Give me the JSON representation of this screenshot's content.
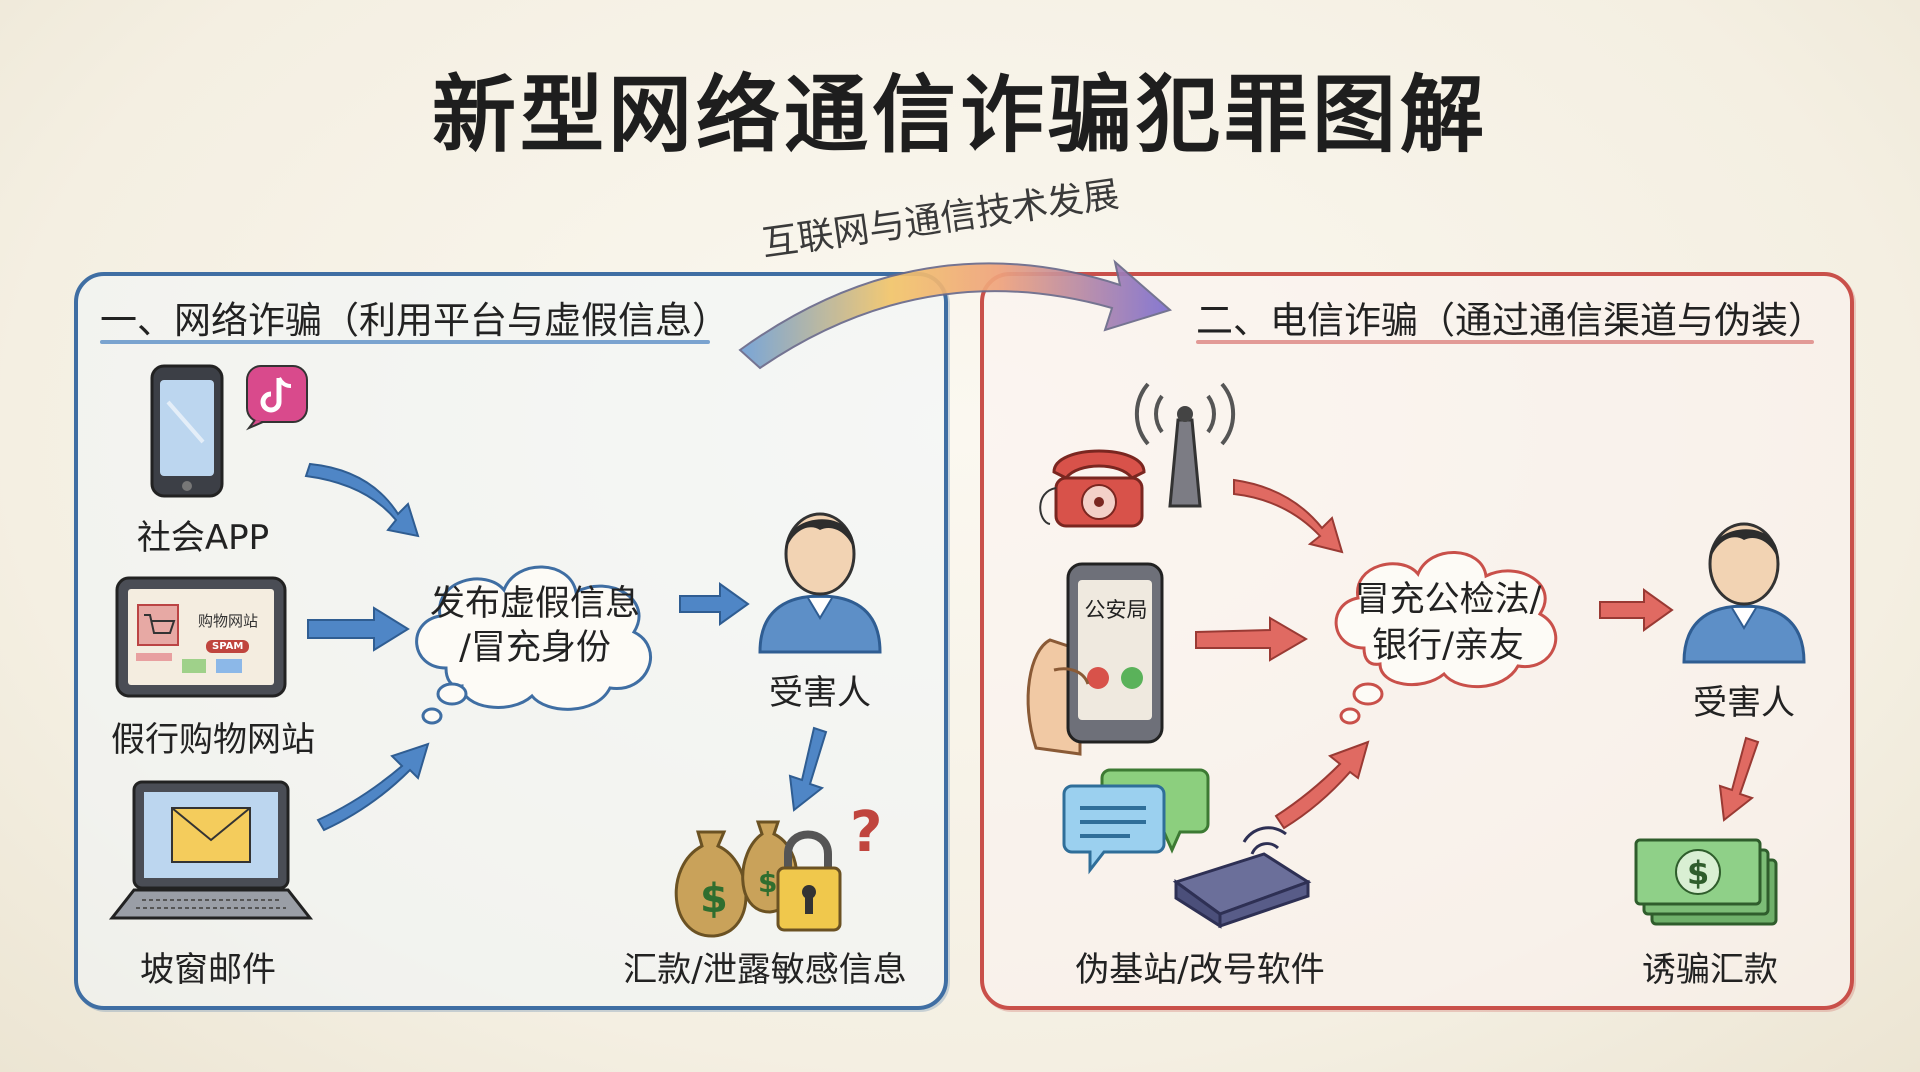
{
  "title": "新型网络通信诈骗犯罪图解",
  "banner": "互联网与通信技术发展",
  "left": {
    "heading": "一、网络诈骗（利用平台与虚假信息）",
    "social_app": "社会APP",
    "fake_shop": "假行购物网站",
    "fake_shop_screen": "购物网站",
    "spam_tag": "SPAM",
    "email": "坡窗邮件",
    "cloud_line1": "发布虚假信息",
    "cloud_line2": "/冒充身份",
    "victim": "受害人",
    "result": "汇款/泄露敏感信息",
    "question_mark": "?",
    "dollar": "$"
  },
  "right": {
    "heading": "二、电信诈骗（通过通信渠道与伪装）",
    "phone_screen": "公安局",
    "cloud_line1": "冒充公检法/",
    "cloud_line2": "银行/亲友",
    "victim": "受害人",
    "base_station": "伪基站/改号软件",
    "result": "诱骗汇款",
    "dollar": "$"
  },
  "colors": {
    "blue_frame": "#3f6ea3",
    "red_frame": "#c9504a",
    "blue_arrow": "#4f86c6",
    "red_arrow": "#e06a62"
  }
}
